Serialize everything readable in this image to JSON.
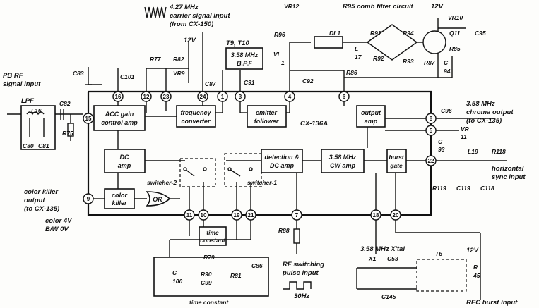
{
  "blocks": {
    "acc": [
      "ACC gain",
      "control amp"
    ],
    "freq": [
      "frequency",
      "converter"
    ],
    "emitter": [
      "emitter",
      "follower"
    ],
    "bpf": [
      "3.58 MHz",
      "B.P.F"
    ],
    "output": [
      "output",
      "amp"
    ],
    "dcamp": [
      "DC",
      "amp"
    ],
    "colorkiller": [
      "color",
      "killer"
    ],
    "or": "OR",
    "timeconst": [
      "time",
      "constant"
    ],
    "detection": [
      "detection &",
      "DC amp"
    ],
    "cwamp": [
      "3.58 MHz",
      "CW amp"
    ],
    "burst": [
      "burst",
      "gate"
    ]
  },
  "pins": [
    "16",
    "12",
    "23",
    "24",
    "1",
    "3",
    "4",
    "6",
    "8",
    "15",
    "5",
    "22",
    "9",
    "11",
    "10",
    "19",
    "21",
    "7",
    "18",
    "20"
  ],
  "labels": {
    "carrier": [
      "4.27 MHz",
      "carrier signal input",
      "(from CX-150)"
    ],
    "pbrf": [
      "PB RF",
      "signal input"
    ],
    "lpf": "LPF",
    "chroma_out": [
      "3.58 MHz",
      "chroma output",
      "(to CX-135)"
    ],
    "killer_out": [
      "color killer",
      "output",
      "(to CX-135)"
    ],
    "color4v": [
      "color 4V",
      "B/W 0V"
    ],
    "rf_switch": [
      "RF switching",
      "pulse input"
    ],
    "hz30": "30Hz",
    "hsync": [
      "horizontal",
      "sync input"
    ],
    "rec_burst": "REC burst input",
    "comb": "R95 comb filter circuit",
    "tc_bottom": "time constant",
    "xtal": "3.58 MHz X'tal",
    "chip": "CX-136A",
    "switcher1": "switcher-1",
    "switcher2": "switcher-2",
    "t9t10": "T9, T10",
    "v12a": "12V",
    "v12b": "12V",
    "v12c": "12V"
  },
  "parts": [
    "C83",
    "C101",
    "R77",
    "R82",
    "VR9",
    "C87",
    "C91",
    "C92",
    "R86",
    "VR12",
    "R96",
    "VL",
    "1",
    "DL1",
    "L",
    "17",
    "R91",
    "R94",
    "R92",
    "R93",
    "Q11",
    "VR10",
    "C95",
    "R85",
    "R87",
    "C",
    "94",
    "L16",
    "C80",
    "C81",
    "C82",
    "R75",
    "C96",
    "VR",
    "11",
    "C",
    "93",
    "L19",
    "R118",
    "R119",
    "C119",
    "C118",
    "R88",
    "R79",
    "C",
    "100",
    "R90",
    "C99",
    "R81",
    "C86",
    "X1",
    "C53",
    "C145",
    "T6",
    "R",
    "45"
  ]
}
